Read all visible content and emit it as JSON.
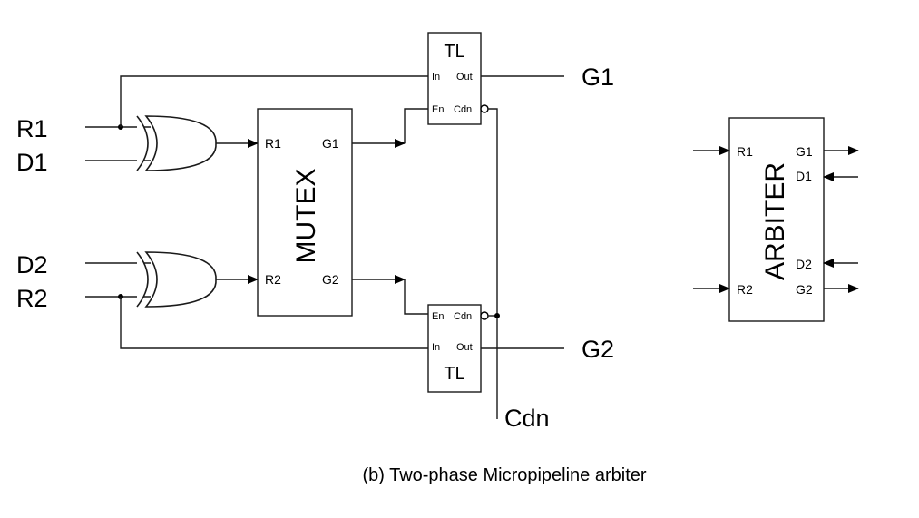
{
  "signals": {
    "r1": "R1",
    "d1": "D1",
    "d2": "D2",
    "r2": "R2",
    "g1": "G1",
    "g2": "G2",
    "cdn": "Cdn"
  },
  "mutex": {
    "title": "MUTEX",
    "pins": {
      "r1": "R1",
      "g1": "G1",
      "r2": "R2",
      "g2": "G2"
    }
  },
  "tl_top": {
    "title": "TL",
    "pins": {
      "in": "In",
      "out": "Out",
      "en": "En",
      "cdn": "Cdn"
    }
  },
  "tl_bottom": {
    "title": "TL",
    "pins": {
      "en": "En",
      "cdn": "Cdn",
      "in": "In",
      "out": "Out"
    }
  },
  "arbiter": {
    "title": "ARBITER",
    "pins": {
      "r1": "R1",
      "g1": "G1",
      "d1": "D1",
      "d2": "D2",
      "r2": "R2",
      "g2": "G2"
    }
  },
  "caption": "(b) Two-phase Micropipeline arbiter"
}
